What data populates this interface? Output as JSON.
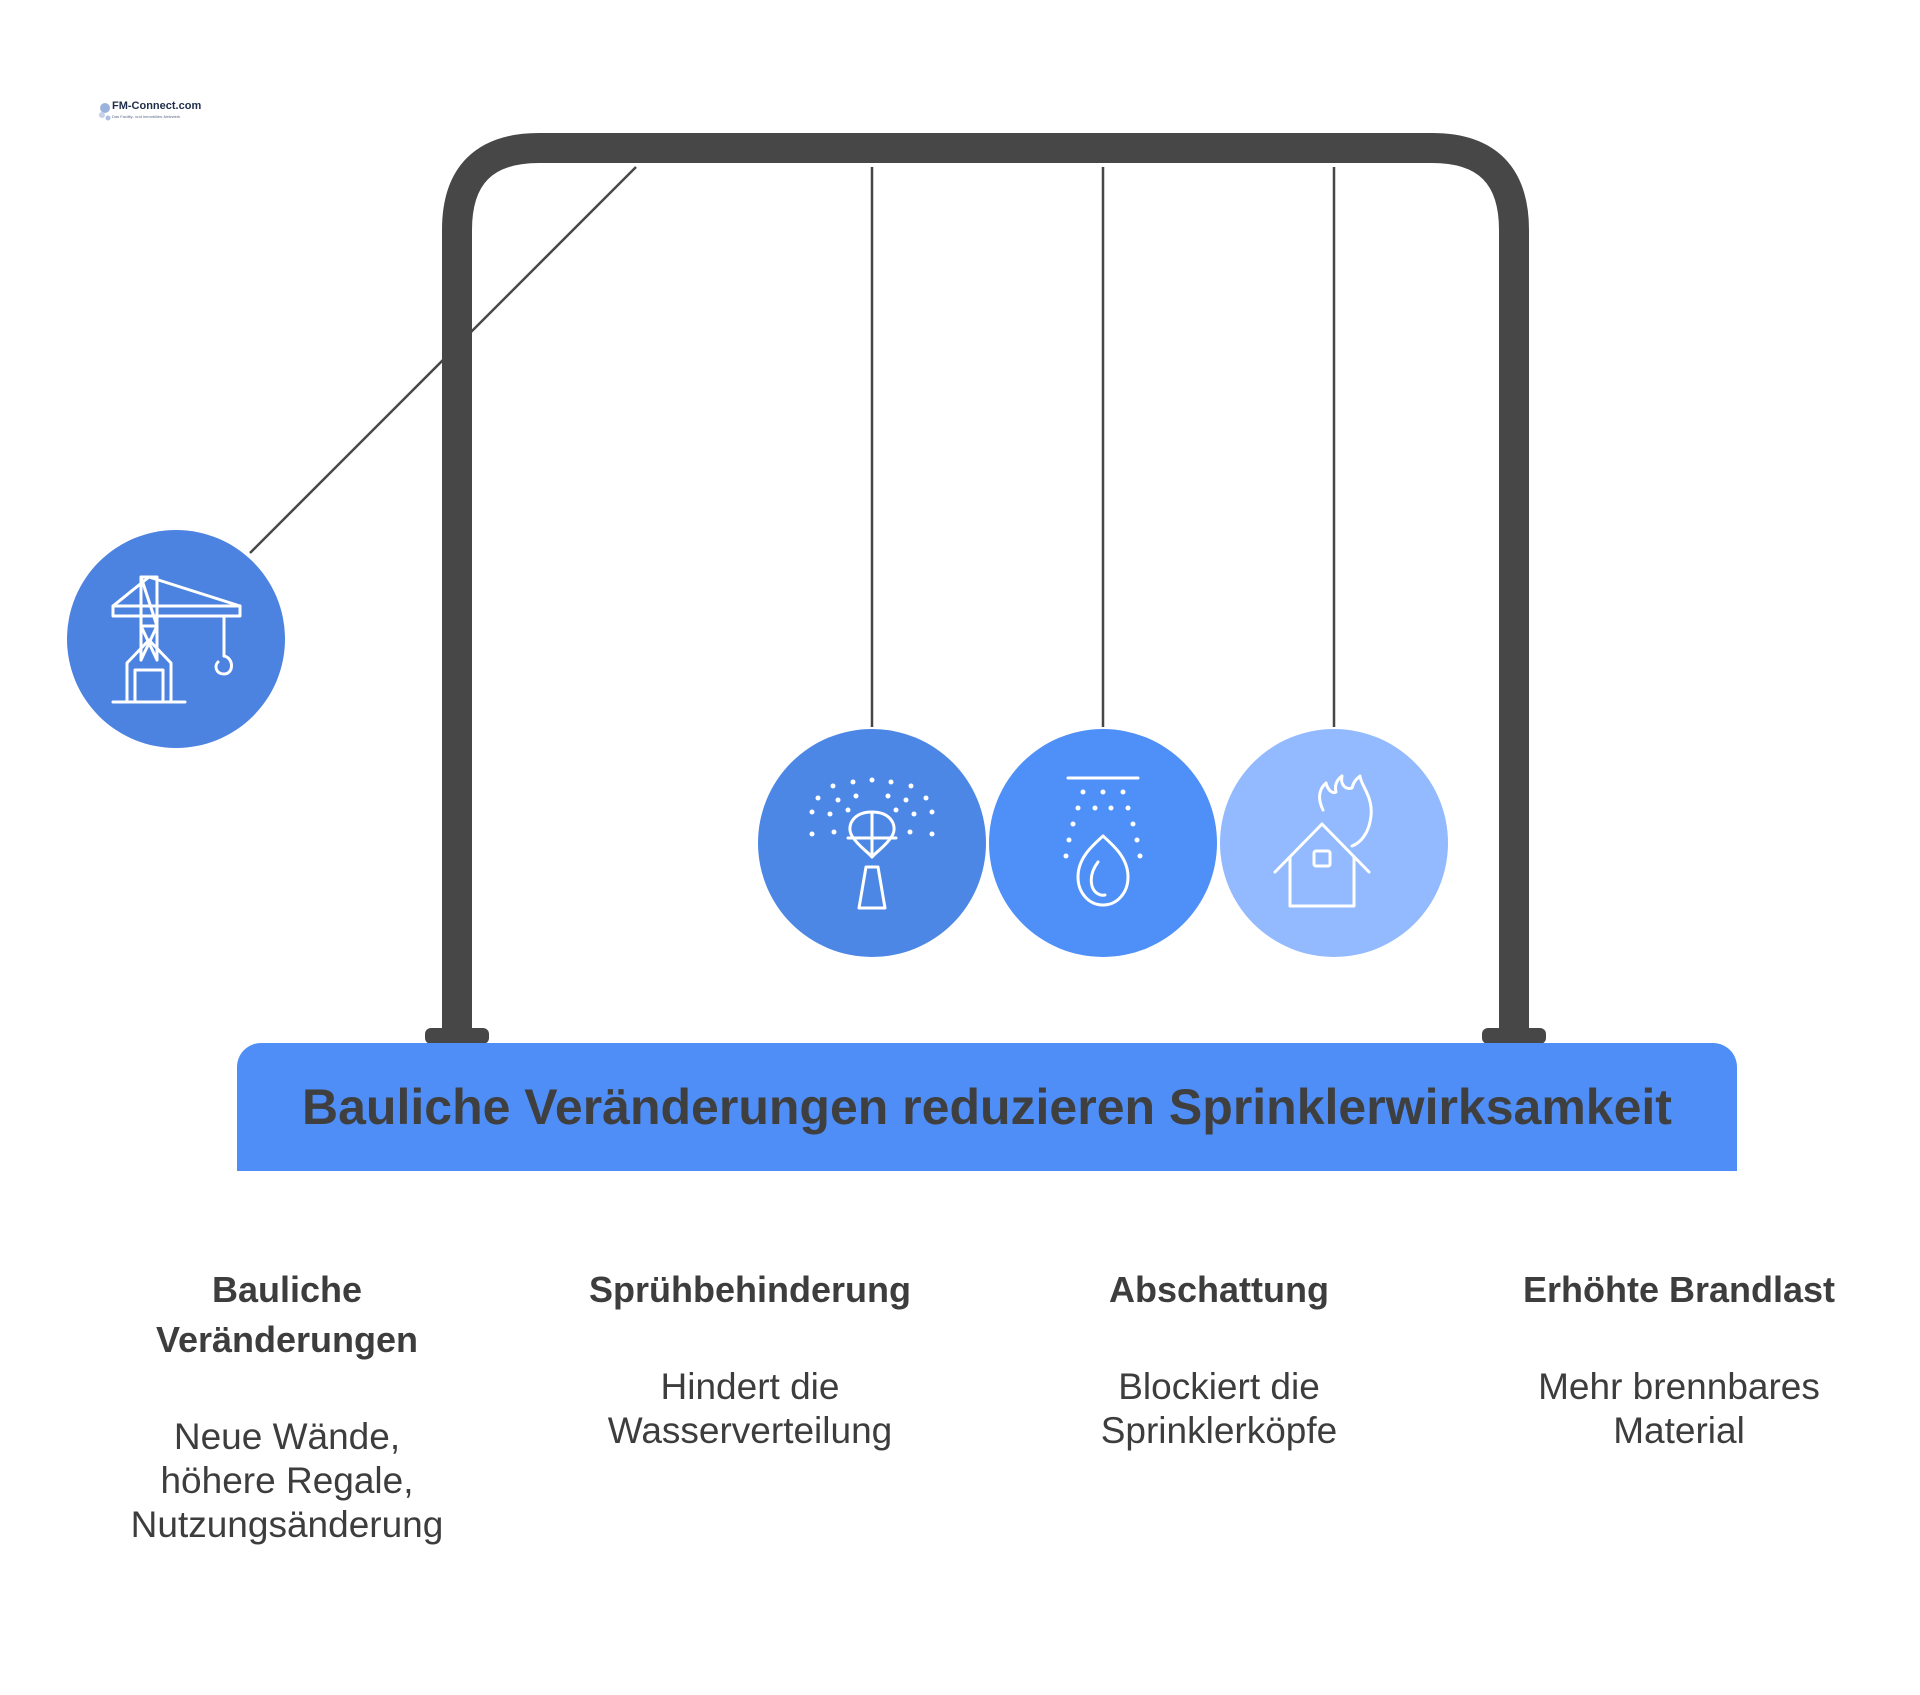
{
  "logo": {
    "name": "FM-Connect.com",
    "tagline": "Das Facility- und Immobilien-Netzwerk"
  },
  "banner": {
    "title": "Bauliche Veränderungen reduzieren Sprinklerwirksamkeit"
  },
  "colors": {
    "frame": "#474747",
    "banner": "#4f8ef6",
    "ball_crane": "#4d83e0",
    "ball_sprinkler": "#4d87e6",
    "ball_fire": "#4f90f8",
    "ball_house": "#93baff"
  },
  "balls": [
    {
      "icon": "crane-icon",
      "color": "#4d83e0"
    },
    {
      "icon": "sprinkler-icon",
      "color": "#4d87e6"
    },
    {
      "icon": "sprinkler-fire-icon",
      "color": "#4f90f8"
    },
    {
      "icon": "burning-house-icon",
      "color": "#93baff"
    }
  ],
  "captions": [
    {
      "title": "Bauliche\nVeränderungen",
      "desc": "Neue Wände,\nhöhere Regale,\nNutzungsänderung"
    },
    {
      "title": "Sprühbehinderung",
      "desc": "Hindert die\nWasserverteilung"
    },
    {
      "title": "Abschattung",
      "desc": "Blockiert die\nSprinklerköpfe"
    },
    {
      "title": "Erhöhte Brandlast",
      "desc": "Mehr brennbares\nMaterial"
    }
  ]
}
